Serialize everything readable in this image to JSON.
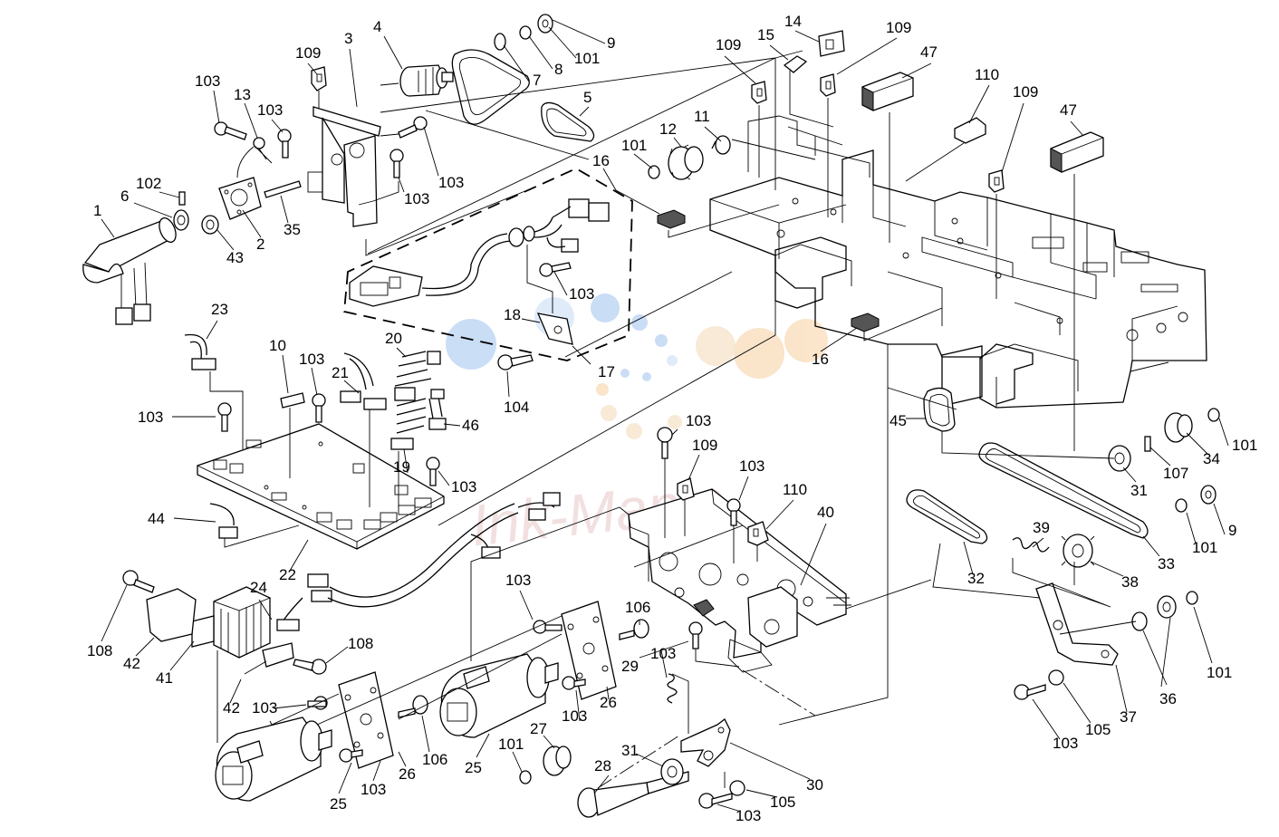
{
  "watermark": {
    "text": "Ink-Mania",
    "dot_colors": [
      "#9ec3ee",
      "#f7cfa0",
      "#f3d9b8",
      "#c8dcf5"
    ]
  },
  "callouts": [
    {
      "id": "c1",
      "text": "1"
    },
    {
      "id": "c6",
      "text": "6"
    },
    {
      "id": "c102",
      "text": "102"
    },
    {
      "id": "c103a",
      "text": "103"
    },
    {
      "id": "c13",
      "text": "13"
    },
    {
      "id": "c103b",
      "text": "103"
    },
    {
      "id": "c109a",
      "text": "109"
    },
    {
      "id": "c3",
      "text": "3"
    },
    {
      "id": "c4",
      "text": "4"
    },
    {
      "id": "c7",
      "text": "7"
    },
    {
      "id": "c8",
      "text": "8"
    },
    {
      "id": "c101a",
      "text": "101"
    },
    {
      "id": "c9a",
      "text": "9"
    },
    {
      "id": "c5",
      "text": "5"
    },
    {
      "id": "c103c",
      "text": "103"
    },
    {
      "id": "c103d",
      "text": "103"
    },
    {
      "id": "c2",
      "text": "2"
    },
    {
      "id": "c43",
      "text": "43"
    },
    {
      "id": "c35",
      "text": "35"
    },
    {
      "id": "c16a",
      "text": "16"
    },
    {
      "id": "c101b",
      "text": "101"
    },
    {
      "id": "c12",
      "text": "12"
    },
    {
      "id": "c11",
      "text": "11"
    },
    {
      "id": "c109b",
      "text": "109"
    },
    {
      "id": "c15",
      "text": "15"
    },
    {
      "id": "c14",
      "text": "14"
    },
    {
      "id": "c109c",
      "text": "109"
    },
    {
      "id": "c47a",
      "text": "47"
    },
    {
      "id": "c110a",
      "text": "110"
    },
    {
      "id": "c109d",
      "text": "109"
    },
    {
      "id": "c47b",
      "text": "47"
    },
    {
      "id": "c103e",
      "text": "103"
    },
    {
      "id": "c18",
      "text": "18"
    },
    {
      "id": "c17",
      "text": "17"
    },
    {
      "id": "c104",
      "text": "104"
    },
    {
      "id": "c16b",
      "text": "16"
    },
    {
      "id": "c23",
      "text": "23"
    },
    {
      "id": "c10",
      "text": "10"
    },
    {
      "id": "c103f",
      "text": "103"
    },
    {
      "id": "c21",
      "text": "21"
    },
    {
      "id": "c20",
      "text": "20"
    },
    {
      "id": "c46",
      "text": "46"
    },
    {
      "id": "c103g",
      "text": "103"
    },
    {
      "id": "c19",
      "text": "19"
    },
    {
      "id": "c103h",
      "text": "103"
    },
    {
      "id": "c44",
      "text": "44"
    },
    {
      "id": "c22",
      "text": "22"
    },
    {
      "id": "c103i",
      "text": "103"
    },
    {
      "id": "c109e",
      "text": "109"
    },
    {
      "id": "c103j",
      "text": "103"
    },
    {
      "id": "c110b",
      "text": "110"
    },
    {
      "id": "c40",
      "text": "40"
    },
    {
      "id": "c45",
      "text": "45"
    },
    {
      "id": "c101c",
      "text": "101"
    },
    {
      "id": "c34",
      "text": "34"
    },
    {
      "id": "c107",
      "text": "107"
    },
    {
      "id": "c31a",
      "text": "31"
    },
    {
      "id": "c9b",
      "text": "9"
    },
    {
      "id": "c101d",
      "text": "101"
    },
    {
      "id": "c33",
      "text": "33"
    },
    {
      "id": "c39",
      "text": "39"
    },
    {
      "id": "c38",
      "text": "38"
    },
    {
      "id": "c32",
      "text": "32"
    },
    {
      "id": "c108a",
      "text": "108"
    },
    {
      "id": "c42a",
      "text": "42"
    },
    {
      "id": "c41",
      "text": "41"
    },
    {
      "id": "c24",
      "text": "24"
    },
    {
      "id": "c108b",
      "text": "108"
    },
    {
      "id": "c42b",
      "text": "42"
    },
    {
      "id": "c103k",
      "text": "103"
    },
    {
      "id": "c25a",
      "text": "25"
    },
    {
      "id": "c103l",
      "text": "103"
    },
    {
      "id": "c26a",
      "text": "26"
    },
    {
      "id": "c106a",
      "text": "106"
    },
    {
      "id": "c103m",
      "text": "103"
    },
    {
      "id": "c25b",
      "text": "25"
    },
    {
      "id": "c103n",
      "text": "103"
    },
    {
      "id": "c26b",
      "text": "26"
    },
    {
      "id": "c106b",
      "text": "106"
    },
    {
      "id": "c103o",
      "text": "103"
    },
    {
      "id": "c29",
      "text": "29"
    },
    {
      "id": "c101e",
      "text": "101"
    },
    {
      "id": "c27",
      "text": "27"
    },
    {
      "id": "c31b",
      "text": "31"
    },
    {
      "id": "c28",
      "text": "28"
    },
    {
      "id": "c103p",
      "text": "103"
    },
    {
      "id": "c105a",
      "text": "105"
    },
    {
      "id": "c30",
      "text": "30"
    },
    {
      "id": "c36",
      "text": "36"
    },
    {
      "id": "c37",
      "text": "37"
    },
    {
      "id": "c105b",
      "text": "105"
    },
    {
      "id": "c103q",
      "text": "103"
    },
    {
      "id": "c101f",
      "text": "101"
    }
  ]
}
